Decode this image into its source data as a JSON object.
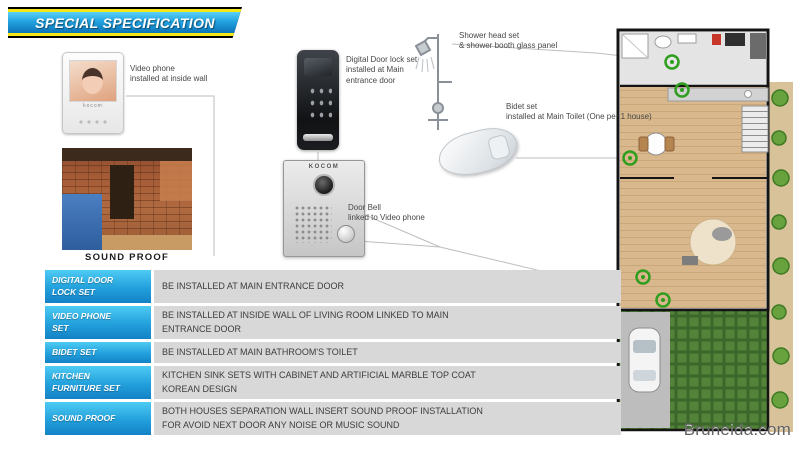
{
  "header": {
    "title": "SPECIAL SPECIFICATION"
  },
  "callouts": {
    "video_phone": "Video phone\ninstalled at inside wall",
    "door_lock": "Digital Door lock set\ninstalled at Main\nentrance door",
    "shower": "Shower head set\n& shower booth glass panel",
    "bidet": "Bidet set\ninstalled at Main Toilet (One per 1 house)",
    "door_bell": "Door Bell\nlinked to Video phone",
    "sound_proof_caption": "SOUND PROOF"
  },
  "devices": {
    "video_phone_brand": "kocom",
    "door_bell_brand": "KOCOM"
  },
  "table": {
    "rows": [
      {
        "label": "DIGITAL DOOR\nLOCK SET",
        "desc": "BE INSTALLED AT MAIN ENTRANCE DOOR"
      },
      {
        "label": "VIDEO PHONE\nSET",
        "desc": "BE INSTALLED AT INSIDE WALL OF LIVING ROOM LINKED TO MAIN\nENTRANCE DOOR"
      },
      {
        "label": "BIDET SET",
        "desc": "BE INSTALLED AT MAIN BATHROOM'S TOILET"
      },
      {
        "label": "KITCHEN\nFURNITURE SET",
        "desc": "KITCHEN SINK SETS WITH CABINET AND ARTIFICIAL MARBLE TOP COAT\nKOREAN DESIGN"
      },
      {
        "label": "SOUND PROOF",
        "desc": "BOTH HOUSES SEPARATION WALL INSERT SOUND PROOF INSTALLATION\nFOR AVOID NEXT DOOR ANY NOISE OR MUSIC SOUND"
      }
    ]
  },
  "watermark": "Bruneida.com",
  "colors": {
    "accent_cyan": "#4ecbf3",
    "accent_blue": "#1482c6",
    "banner_yellow": "#f5e616",
    "marker_green": "#2f9e1f",
    "table_desc_bg": "#d8d8d8",
    "wood_floor": "#d9b88d",
    "lawn_green": "#3c672a"
  }
}
